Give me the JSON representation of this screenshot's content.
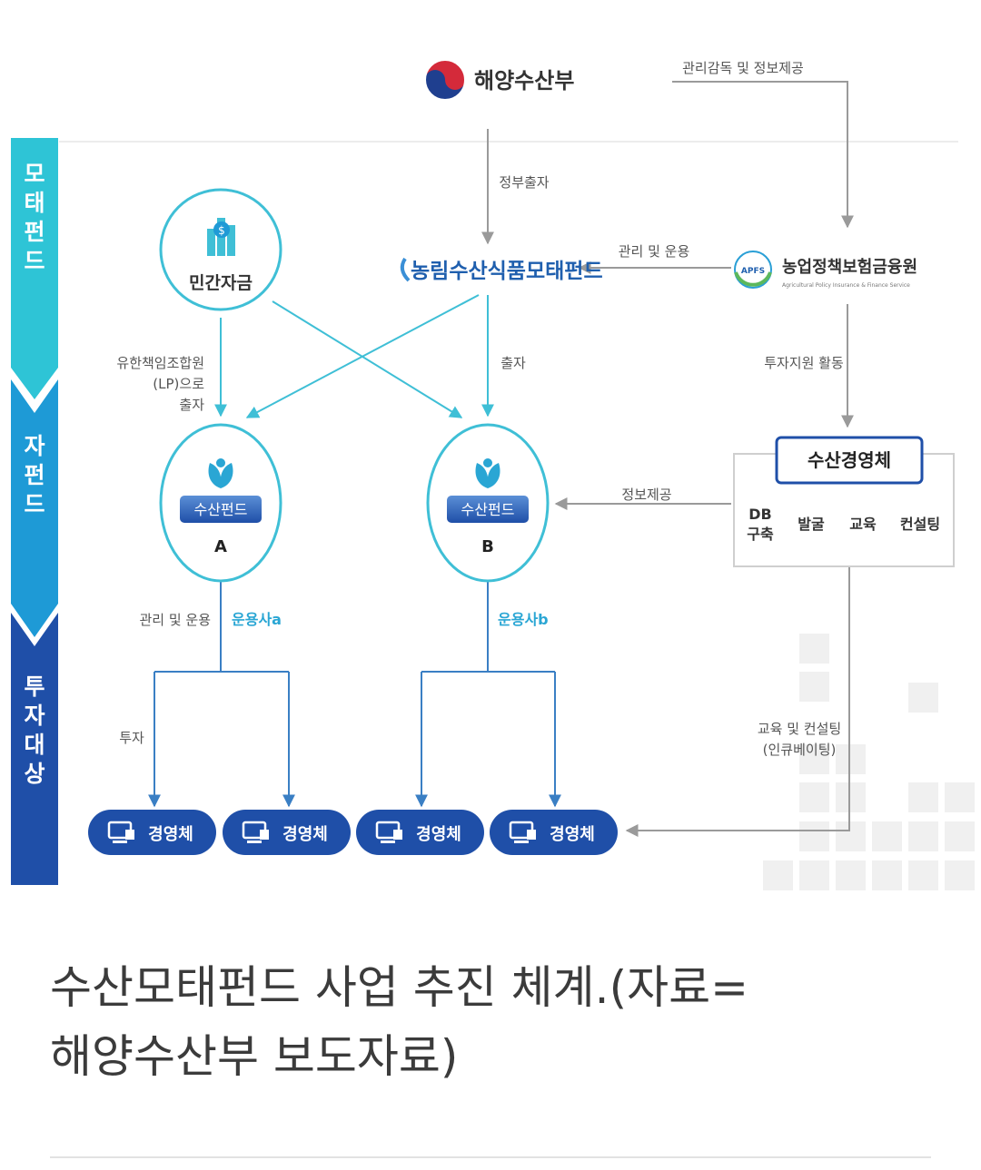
{
  "ministry": {
    "name": "해양수산부"
  },
  "side_stages": [
    {
      "label": "모태펀드",
      "color": "#2ec4d6"
    },
    {
      "label": "자펀드",
      "color": "#1e9ad6"
    },
    {
      "label": "투자대상",
      "color": "#1f4fa8"
    }
  ],
  "labels": {
    "mgmt_supervision": "관리감독 및 정보제공",
    "gov_contribution": "정부출자",
    "mgmt_operation_top": "관리 및 운용",
    "lp_contribution": [
      "유한책임조합원",
      "(LP)으로",
      "출자"
    ],
    "contribution": "출자",
    "investment_support": "투자지원 활동",
    "info_provide": "정보제공",
    "mgmt_operation_left": "관리 및 운용",
    "operator_a": "운용사a",
    "operator_b": "운용사b",
    "invest": "투자",
    "edu_consult": [
      "교육 및 컨설팅",
      "(인큐베이팅)"
    ]
  },
  "private_capital": {
    "label": "민간자금"
  },
  "mother_fund": {
    "label": "농림수산식품모태펀드"
  },
  "apfs": {
    "badge": "APFS",
    "name": "농업정책보험금융원",
    "sub": "Agricultural Policy Insurance & Finance Service"
  },
  "funds": [
    {
      "badge": "수산펀드",
      "letter": "A"
    },
    {
      "badge": "수산펀드",
      "letter": "B"
    }
  ],
  "suhsan_entity": {
    "title": "수산경영체",
    "services": [
      [
        "DB",
        "구축"
      ],
      [
        "발굴"
      ],
      [
        "교육"
      ],
      [
        "컨설팅"
      ]
    ]
  },
  "entities": [
    "경영체",
    "경영체",
    "경영체",
    "경영체"
  ],
  "caption": {
    "line1": "수산모태펀드 사업 추진 체계.(자료=",
    "line2": "해양수산부 보도자료)"
  },
  "colors": {
    "navy": "#1f4fa8",
    "cyan": "#3fbfd6",
    "arrow": "#999999"
  }
}
